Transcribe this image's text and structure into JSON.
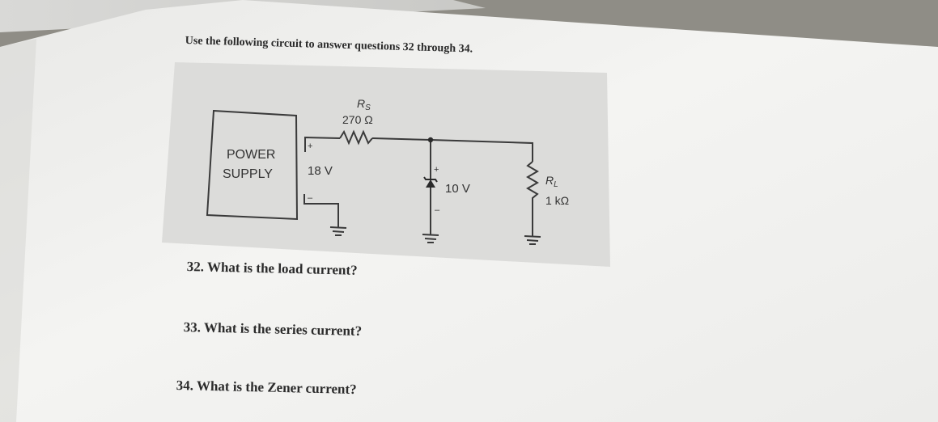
{
  "document": {
    "instruction": "Use the following circuit to answer questions 32 through 34.",
    "questions": [
      "32. What is the load current?",
      "33. What is the series current?",
      "34. What is the Zener current?"
    ]
  },
  "circuit": {
    "power_supply": {
      "line1": "POWER",
      "line2": "SUPPLY",
      "voltage": "18 V",
      "plus": "+",
      "minus": "–"
    },
    "series_resistor": {
      "name": "R",
      "subscript": "S",
      "value": "270 Ω"
    },
    "zener": {
      "voltage": "10 V",
      "plus": "+",
      "minus": "–"
    },
    "load_resistor": {
      "name": "R",
      "subscript": "L",
      "value": "1 kΩ"
    }
  },
  "colors": {
    "paper": "#f3f3f1",
    "figure_panel": "#dcdcda",
    "ink": "#2b2b2b",
    "backdrop": "#8a8880"
  }
}
